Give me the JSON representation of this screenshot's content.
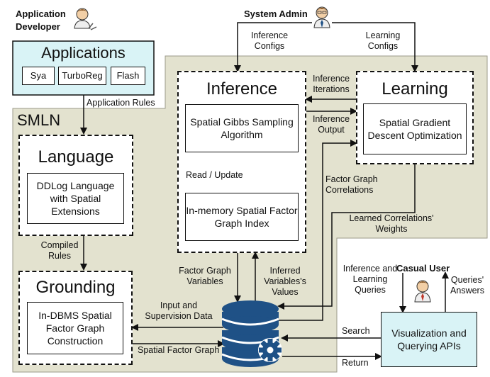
{
  "actors": {
    "app_developer": "Application Developer",
    "system_admin": "System Admin",
    "casual_user": "Casual User"
  },
  "applications": {
    "title": "Applications",
    "items": [
      "Sya",
      "TurboReg",
      "Flash"
    ]
  },
  "smln_label": "SMLN",
  "inference": {
    "title": "Inference",
    "gibbs": "Spatial Gibbs Sampling Algorithm",
    "index": "In-memory Spatial Factor Graph Index",
    "read_update": "Read / Update"
  },
  "learning": {
    "title": "Learning",
    "gradient": "Spatial Gradient Descent Optimization"
  },
  "language": {
    "title": "Language",
    "ddlog": "DDLog Language with Spatial Extensions"
  },
  "grounding": {
    "title": "Grounding",
    "construction": "In-DBMS Spatial Factor Graph Construction"
  },
  "viz": "Visualization and Querying APIs",
  "edges": {
    "application_rules": "Application Rules",
    "inference_configs": "Inference Configs",
    "learning_configs": "Learning Configs",
    "inference_iterations": "Inference Iterations",
    "inference_output": "Inference Output",
    "factor_graph_correlations": "Factor Graph Correlations",
    "learned_weights": "Learned Correlations' Weights",
    "compiled_rules": "Compiled Rules",
    "factor_graph_variables": "Factor Graph Variables",
    "inferred_values": "Inferred Variables's Values",
    "input_supervision": "Input and Supervision Data",
    "spatial_factor_graph": "Spatial Factor Graph",
    "inference_learning_queries": "Inference and Learning Queries",
    "queries_answers": "Queries' Answers",
    "search": "Search",
    "return": "Return"
  },
  "colors": {
    "smln_bg": "#e3e2cf",
    "applications_bg": "#d9f3f6",
    "database": "#1f5186",
    "viz_bg": "#d9f3f6"
  }
}
